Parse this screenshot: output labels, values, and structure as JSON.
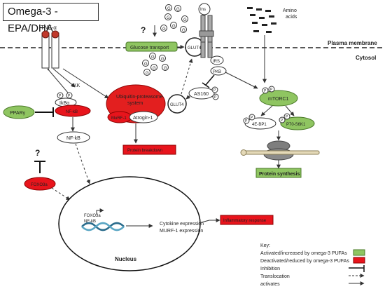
{
  "title": "Omega-3  - EPA/DHA",
  "membrane": {
    "plasma_label": "Plasma membrane",
    "cytosol_label": "Cytosol"
  },
  "receptors": {
    "tnf": "TNF-α",
    "ins": "Ins",
    "irs": "IRS",
    "amino": "Amino\nacids"
  },
  "glucose": {
    "transport": "Glucose transport",
    "g": "G",
    "glut4": "GLUT4"
  },
  "question_mark": "?",
  "phospho": "P",
  "nodes": {
    "ikk": "IKK",
    "ikba": "IkBα",
    "nfkb_red": "NF-kB",
    "nfkb_oval": "NF-kB",
    "ppar": "PPARγ",
    "foxo": "FOXO3a",
    "ups": "Ubiquitin-proteasome\nsystem",
    "murf": "MuRF-1",
    "atrogin": "Atrogin-1",
    "protein_breakdown": "Protein breakdown",
    "pkb": "PKB",
    "as160": "AS160",
    "mtorc1": "mTORC1",
    "4ebp1": "4E-BP1",
    "p70": "P70-S6K1",
    "protein_synthesis": "Protein synthesis"
  },
  "nucleus": {
    "label": "Nucleus",
    "foxo": "FOXO3a",
    "nfkb": "NF-kB",
    "cytokine": "Cytokine expression",
    "murf": "MURF-1 expression",
    "inflammatory": "Inflammatory response"
  },
  "key": {
    "title": "Key:",
    "activated": "Activated/increased by omega-3 PUFAs",
    "deactivated": "Deactivated/reduced by omega-3 PUFAs",
    "inhibition": "Inhibition",
    "translocation": "Translocation",
    "activates": "activates"
  },
  "colors": {
    "red": "#e8141c",
    "green": "#8fc561",
    "ups_red": "#e31f1f"
  }
}
